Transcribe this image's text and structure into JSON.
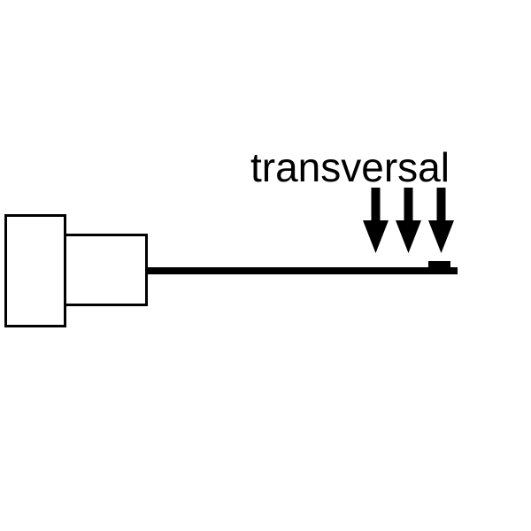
{
  "diagram": {
    "label": "transversal",
    "arrows": {
      "count": 3,
      "direction": "down",
      "icon": "down-arrow-icon"
    },
    "colors": {
      "ink": "#000000",
      "background": "#ffffff"
    }
  }
}
